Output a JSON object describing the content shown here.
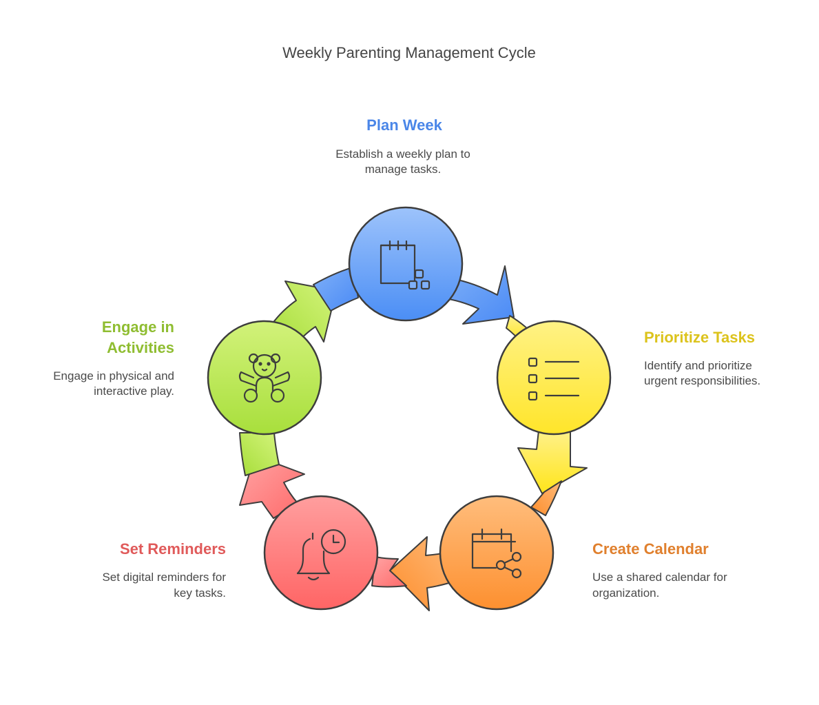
{
  "title": "Weekly Parenting Management Cycle",
  "steps": [
    {
      "key": "plan",
      "title": "Plan Week",
      "desc_lines": [
        "Establish a weekly plan to",
        "manage tasks."
      ],
      "icon": "calendar-grid-icon",
      "color": "#4a86e8",
      "fill_top": "#9dc3fb",
      "fill_bottom": "#4b8ef5"
    },
    {
      "key": "prioritize",
      "title": "Prioritize Tasks",
      "desc_lines": [
        "Identify and prioritize",
        "urgent responsibilities."
      ],
      "icon": "checklist-icon",
      "color": "#dcc31c",
      "fill_top": "#fff285",
      "fill_bottom": "#ffe52a"
    },
    {
      "key": "calendar",
      "title": "Create Calendar",
      "desc_lines": [
        "Use a shared calendar for",
        "organization."
      ],
      "icon": "shared-calendar-icon",
      "color": "#e0802e",
      "fill_top": "#ffbd7c",
      "fill_bottom": "#fd9030"
    },
    {
      "key": "reminders",
      "title": "Set Reminders",
      "desc_lines": [
        "Set digital reminders for",
        "key tasks."
      ],
      "icon": "bell-clock-icon",
      "color": "#e05a5a",
      "fill_top": "#ff9e9e",
      "fill_bottom": "#ff6565"
    },
    {
      "key": "activities",
      "title_lines": [
        "Engage in",
        "Activities"
      ],
      "desc_lines": [
        "Engage in physical and",
        "interactive play."
      ],
      "icon": "teddy-bear-icon",
      "color": "#8fbd31",
      "fill_top": "#d2f27a",
      "fill_bottom": "#a8df3c"
    }
  ]
}
